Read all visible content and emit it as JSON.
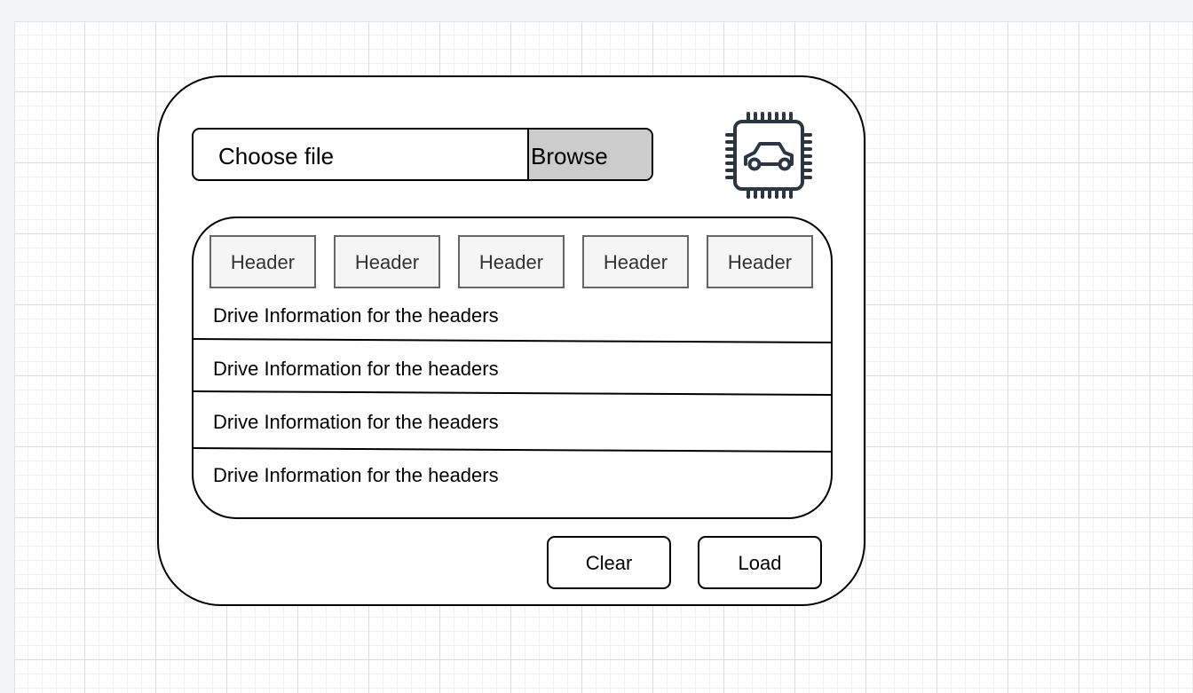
{
  "file_input": {
    "label": "Choose file",
    "browse_label": "Browse"
  },
  "device_icon": "car-chip-icon",
  "table": {
    "headers": [
      "Header",
      "Header",
      "Header",
      "Header",
      "Header"
    ],
    "rows": [
      "Drive Information for the headers",
      "Drive Information for the headers",
      "Drive Information for the headers",
      "Drive Information for the headers"
    ]
  },
  "actions": {
    "clear_label": "Clear",
    "load_label": "Load"
  },
  "colors": {
    "browse_bg": "#cccccc",
    "header_bg": "#f5f5f5",
    "icon_stroke": "#2b3645"
  }
}
